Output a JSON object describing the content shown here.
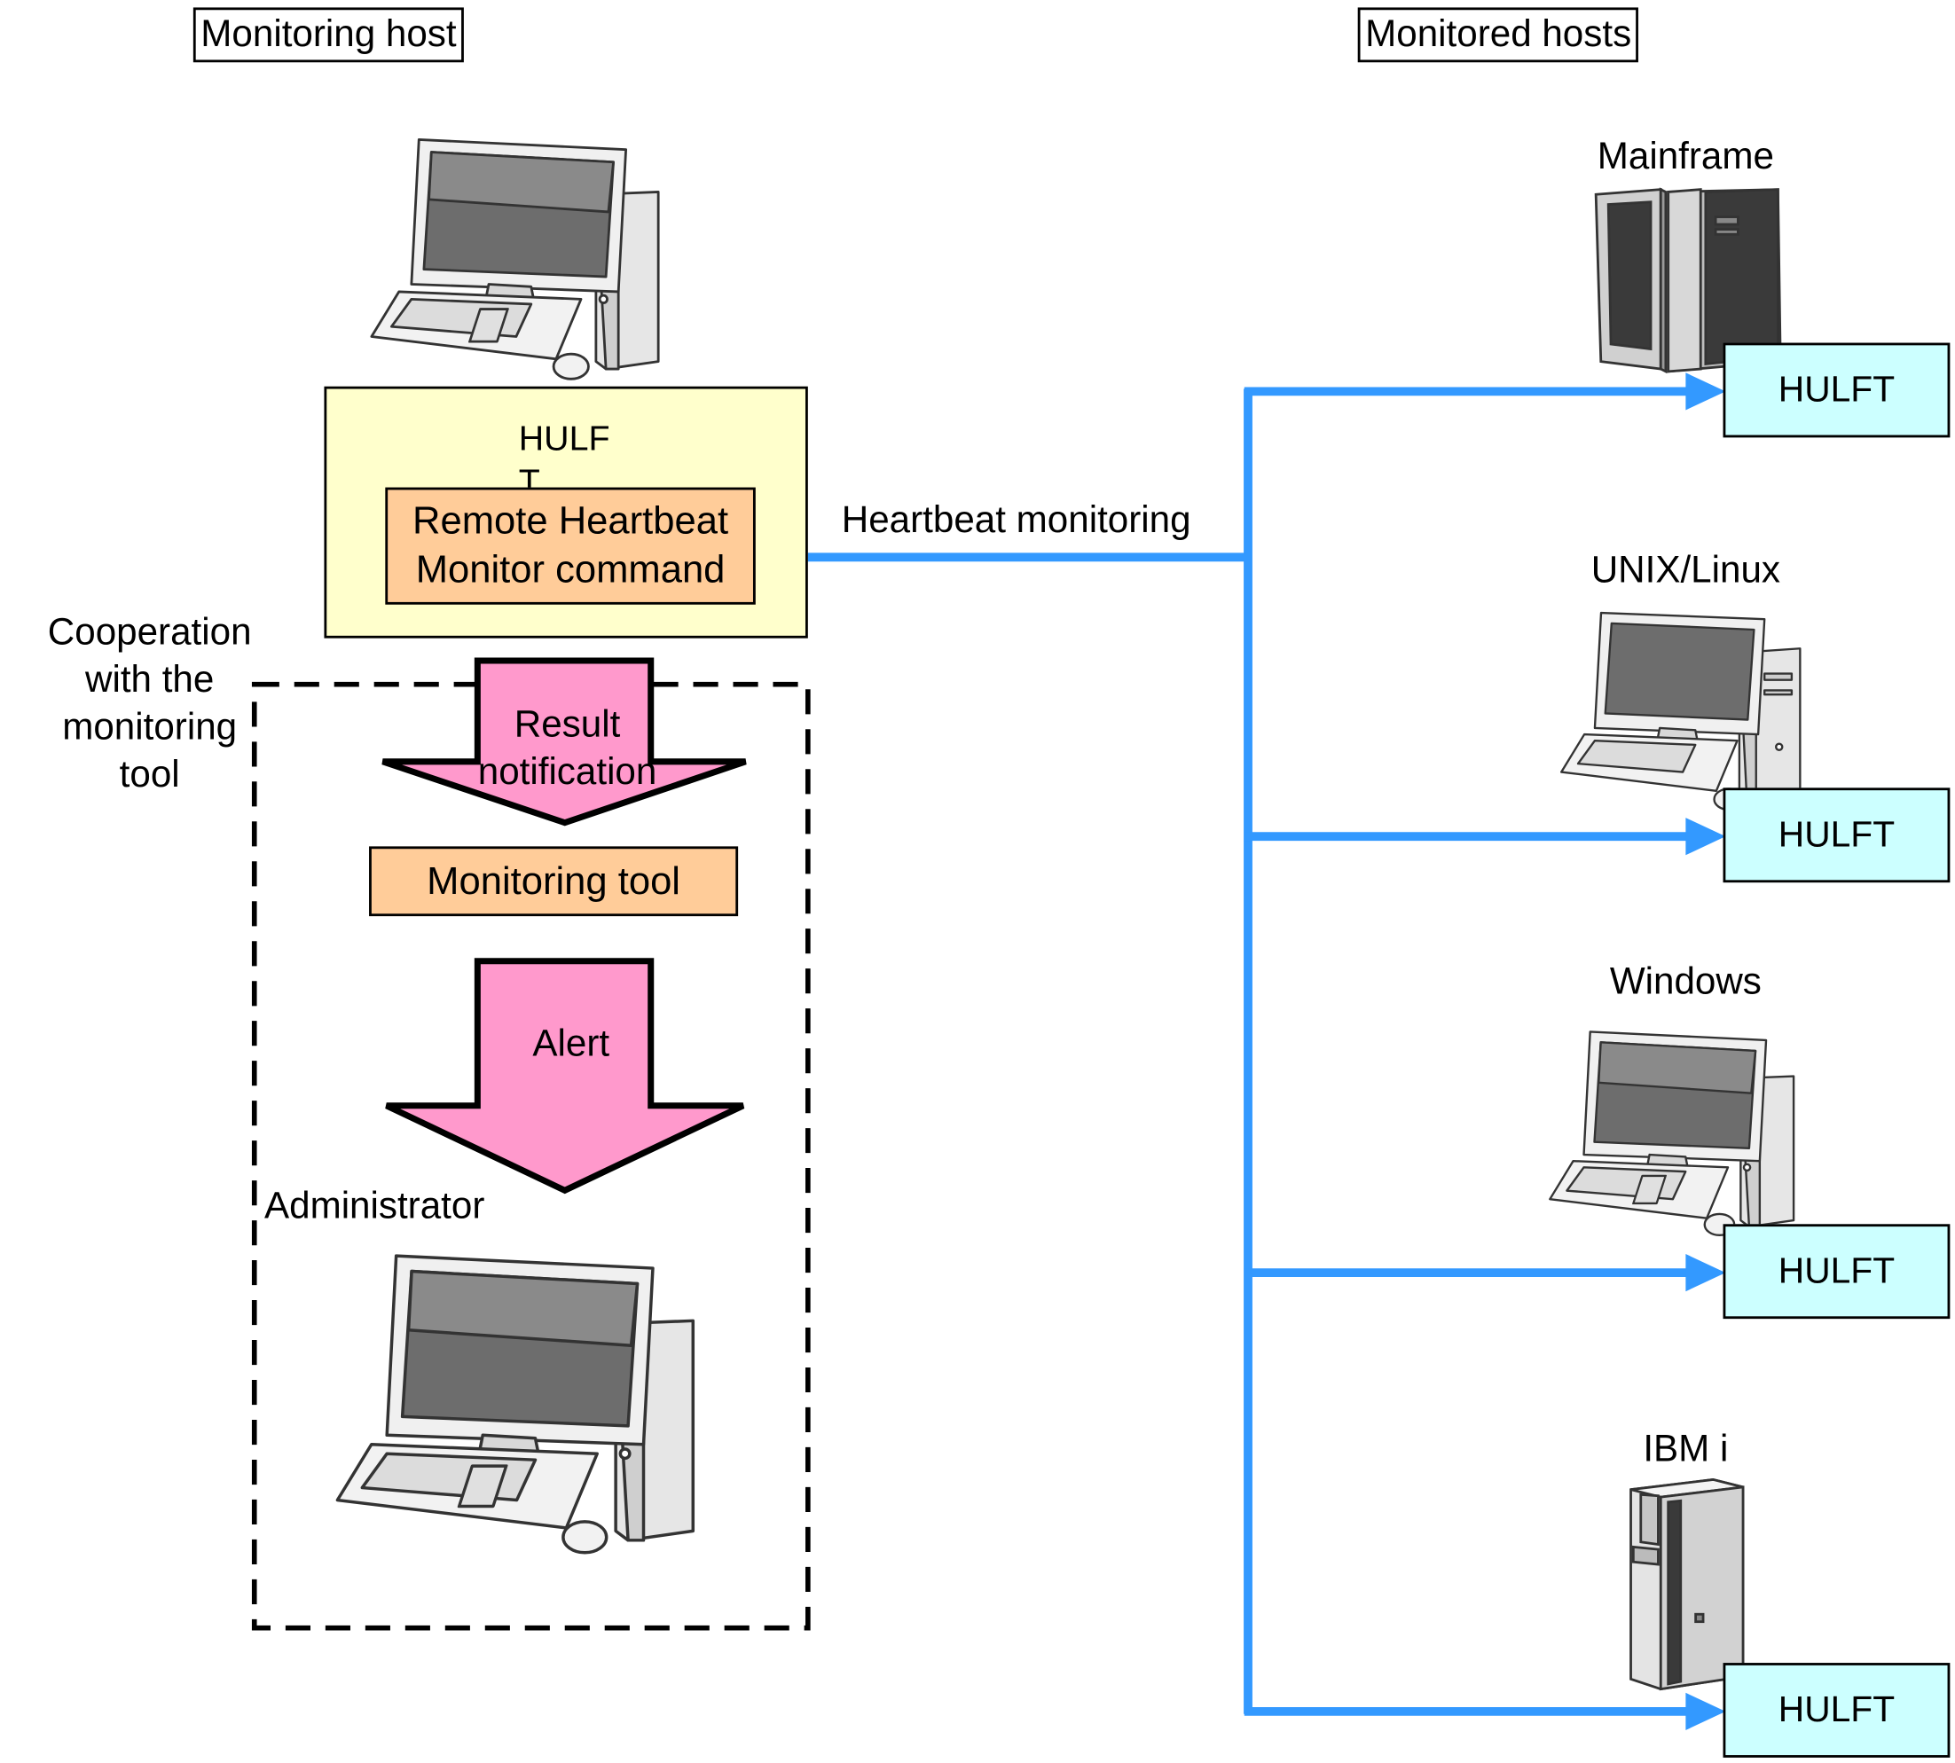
{
  "headers": {
    "monitoring_host": "Monitoring host",
    "monitored_hosts": "Monitored hosts"
  },
  "monitoring_host": {
    "hulft_label": "HULF\nT",
    "command_label": "Remote Heartbeat\nMonitor command",
    "cooperation_label": "Cooperation\nwith the\nmonitoring\ntool",
    "result_notification": "Result\nnotification",
    "monitoring_tool": "Monitoring tool",
    "alert": "Alert",
    "administrator": "Administrator"
  },
  "connection": {
    "label": "Heartbeat monitoring"
  },
  "monitored": [
    {
      "name": "Mainframe",
      "hulft": "HULFT",
      "icon": "mainframe-icon"
    },
    {
      "name": "UNIX/Linux",
      "hulft": "HULFT",
      "icon": "desktop-computer-icon"
    },
    {
      "name": "Windows",
      "hulft": "HULFT",
      "icon": "desktop-computer-icon"
    },
    {
      "name": "IBM i",
      "hulft": "HULFT",
      "icon": "server-tower-icon"
    }
  ],
  "colors": {
    "hulft_fill": "#ffffcc",
    "command_fill": "#ffcc99",
    "arrow_fill": "#ff99cc",
    "remote_hulft_fill": "#ccffff",
    "line": "#3399ff"
  }
}
